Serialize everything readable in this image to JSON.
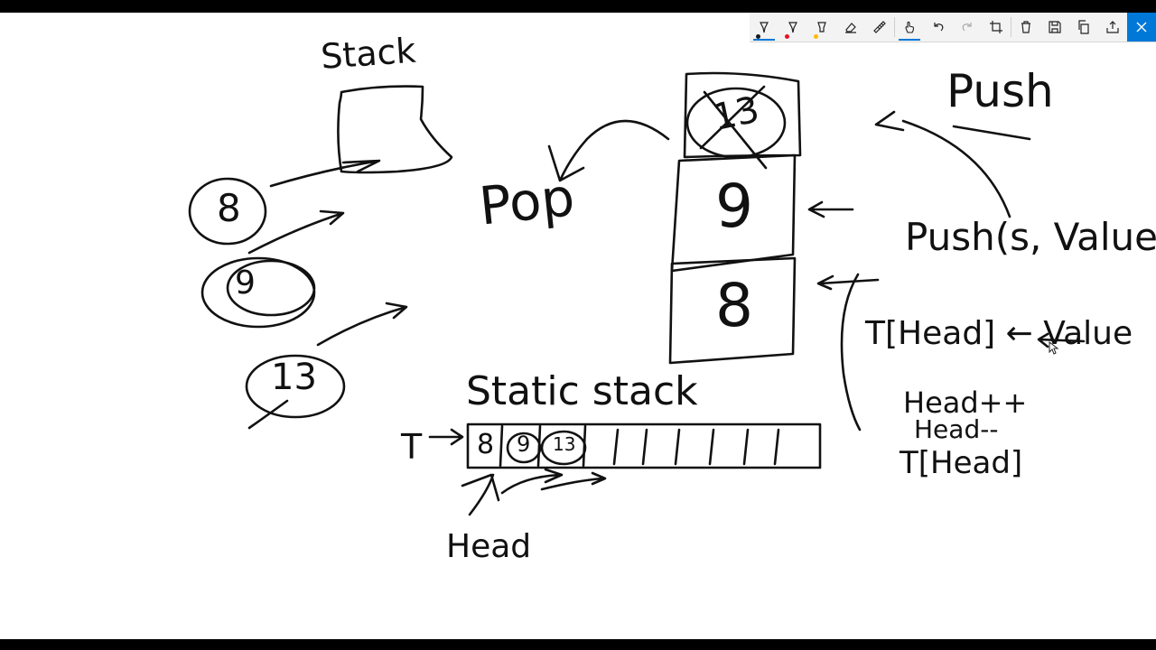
{
  "toolbar": {
    "items": [
      {
        "name": "ballpoint-pen-button",
        "icon": "ballpoint-pen-icon",
        "pen_color": "#1a1a1a",
        "active": true
      },
      {
        "name": "red-pen-button",
        "icon": "pen-icon",
        "pen_color": "#e81123"
      },
      {
        "name": "highlighter-button",
        "icon": "highlighter-icon",
        "pen_color": "#ffb900"
      },
      {
        "name": "eraser-button",
        "icon": "eraser-icon"
      },
      {
        "name": "ruler-button",
        "icon": "ruler-icon"
      },
      {
        "name": "touch-writing-button",
        "icon": "touch-hand-icon",
        "active": true
      },
      {
        "name": "undo-button",
        "icon": "undo-icon"
      },
      {
        "name": "redo-button",
        "icon": "redo-icon",
        "disabled": true
      },
      {
        "name": "crop-button",
        "icon": "crop-icon"
      },
      {
        "name": "delete-button",
        "icon": "trash-icon"
      },
      {
        "name": "save-button",
        "icon": "save-icon"
      },
      {
        "name": "copy-button",
        "icon": "copy-icon"
      },
      {
        "name": "share-button",
        "icon": "share-icon"
      },
      {
        "name": "close-button",
        "icon": "close-icon"
      }
    ],
    "accent": "#0078d7"
  },
  "whiteboard": {
    "labels": {
      "stack_title": "Stack",
      "pop": "Pop",
      "push": "Push",
      "push_call": "Push(s, Value)",
      "assign": "T[Head] ← Value",
      "head_inc": "Head++",
      "head_dec": "Head--",
      "t_head": "T[Head]",
      "static_stack": "Static stack",
      "t_label": "T",
      "head_label": "Head"
    },
    "bubbles": [
      "8",
      "9",
      "13"
    ],
    "stack_cells": [
      "13",
      "9",
      "8"
    ],
    "array_cells": [
      "8",
      "9",
      "13"
    ]
  }
}
